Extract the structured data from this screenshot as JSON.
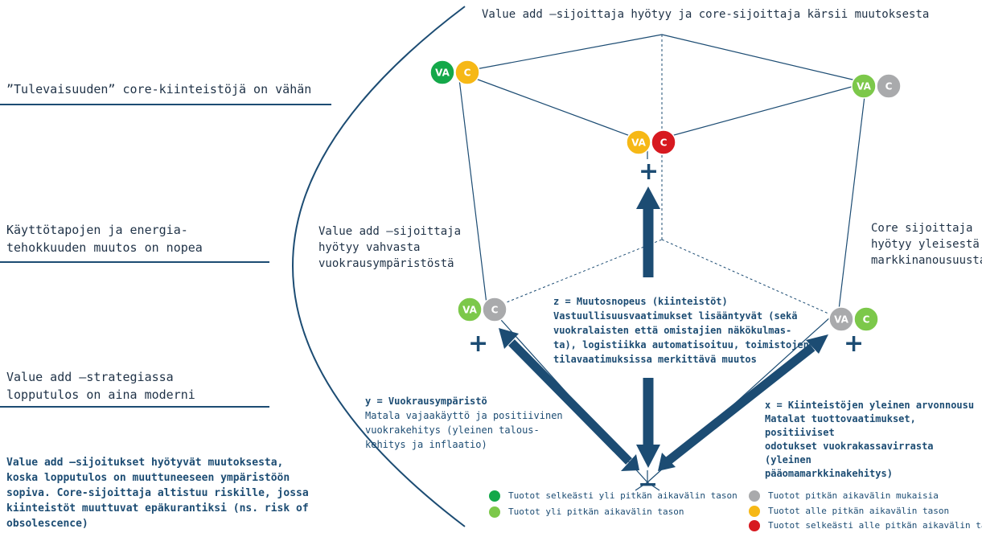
{
  "colors": {
    "dark_green": "#14a84a",
    "light_green": "#7cc84a",
    "grey": "#a9aaac",
    "yellow": "#f6b816",
    "red": "#d71920",
    "navy": "#1c4c73"
  },
  "top_caption": "Value add –sijoittaja hyötyy ja core-sijoittaja kärsii muutoksesta",
  "left": {
    "item1": "”Tulevaisuuden” core-kiinteistöjä on vähän",
    "item2": "Käyttötapojen ja energia-\ntehokkuuden muutos on nopea",
    "item3": "Value add –strategiassa\nlopputulos on aina moderni",
    "summary": "Value add –sijoitukset hyötyvät muutoksesta,\nkoska lopputulos on muuttuneeseen ympäristöön\nsopiva. Core-sijoittaja altistuu riskille, jossa\nkiinteistöt muuttuvat epäkurantiksi (ns. risk of\nobsolescence)"
  },
  "corner_notes": {
    "left": "Value add –sijoittaja\nhyötyy vahvasta\nvuokrausympäristöstä",
    "right": "Core sijoittaja\nhyötyy yleisestä\nmarkkinanousuusta"
  },
  "axes": {
    "z": {
      "title": "z = Muutosnopeus (kiinteistöt)",
      "body": "Vastuullisuusvaatimukset lisääntyvät (sekä\nvuokralaisten että omistajien näkökulmas-\nta), logistiikka automatisoituu, toimistojen\ntilavaatimuksissa merkittävä muutos"
    },
    "y": {
      "title": "y = Vuokrausympäristö",
      "body": "Matala vajaakäyttö ja positiivinen\nvuokrakehitys (yleinen talous-\nkehitys ja inflaatio)"
    },
    "x": {
      "title": "x = Kiinteistöjen yleinen arvonnousu",
      "body": "Matalat tuottovaatimukset, positiiviset\nodotukset vuokrakassavirrasta (yleinen\npääomamarkkinakehitys)"
    }
  },
  "signs": {
    "plus": "+",
    "minus": "−"
  },
  "badges": {
    "top_left": [
      {
        "text": "VA",
        "color": "dark_green"
      },
      {
        "text": "C",
        "color": "yellow"
      }
    ],
    "top_right": [
      {
        "text": "VA",
        "color": "light_green"
      },
      {
        "text": "C",
        "color": "grey"
      }
    ],
    "top_center": [
      {
        "text": "VA",
        "color": "yellow"
      },
      {
        "text": "C",
        "color": "red"
      }
    ],
    "mid_left": [
      {
        "text": "VA",
        "color": "light_green"
      },
      {
        "text": "C",
        "color": "grey"
      }
    ],
    "mid_right": [
      {
        "text": "VA",
        "color": "grey"
      },
      {
        "text": "C",
        "color": "light_green"
      }
    ]
  },
  "legend": [
    {
      "label": "Tuotot selkeästi yli pitkän aikavälin tason",
      "color": "dark_green"
    },
    {
      "label": "Tuotot yli pitkän aikavälin tason",
      "color": "light_green"
    },
    {
      "label": "Tuotot pitkän aikavälin mukaisia",
      "color": "grey"
    },
    {
      "label": "Tuotot alle pitkän aikavälin tason",
      "color": "yellow"
    },
    {
      "label": "Tuotot selkeästi alle pitkän aikavälin tason",
      "color": "red"
    }
  ]
}
